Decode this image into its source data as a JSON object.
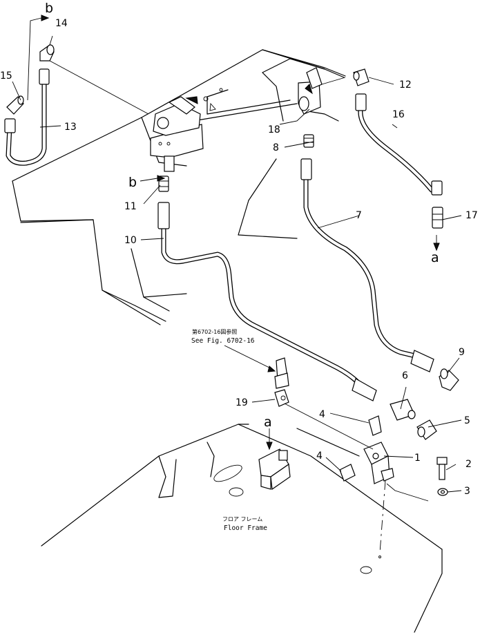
{
  "callouts": {
    "n1": "1",
    "n2": "2",
    "n3": "3",
    "n4a": "4",
    "n4b": "4",
    "n5": "5",
    "n6": "6",
    "n7": "7",
    "n8": "8",
    "n9": "9",
    "n10": "10",
    "n11": "11",
    "n12": "12",
    "n13": "13",
    "n14": "14",
    "n15": "15",
    "n16": "16",
    "n17": "17",
    "n18": "18",
    "n19": "19"
  },
  "refs": {
    "b_top": "b",
    "b_mid": "b",
    "a_right": "a",
    "a_bottom": "a"
  },
  "notes": {
    "see_fig_jp": "第6702-16図参照",
    "see_fig": "See Fig. 6702-16",
    "floor_frame_jp": "フロア フレーム",
    "floor_frame": "Floor Frame"
  }
}
